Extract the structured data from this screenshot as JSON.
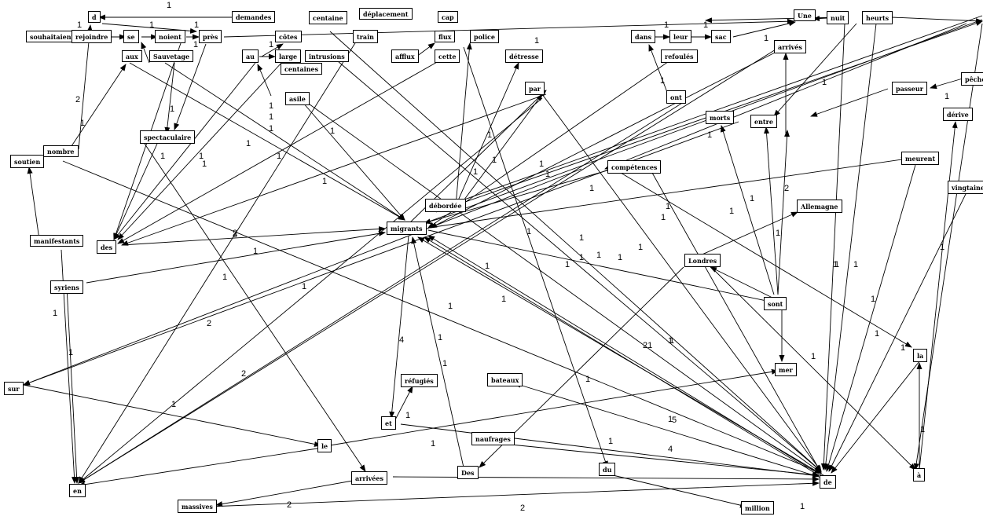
{
  "nodes": {
    "d": "d",
    "demandes": "demandes",
    "centaine": "centaine",
    "deplacement": "déplacement",
    "cap": "cap",
    "une": "Une",
    "nuit": "nuit",
    "heurts": "heurts",
    "souhaitaient": "souhaitaient",
    "rejoindre": "rejoindre",
    "se": "se",
    "noient": "noient",
    "pres": "près",
    "cotes": "côtes",
    "train": "train",
    "flux": "flux",
    "police": "police",
    "dans": "dans",
    "leur": "leur",
    "sac": "sac",
    "aux": "aux",
    "sauvetage": "Sauvetage",
    "au": "au",
    "large": "large",
    "intrusions": "intrusions",
    "afflux": "afflux",
    "cette": "cette",
    "detresse": "détresse",
    "refoules": "refoulés",
    "arrives": "arrivés",
    "centaines": "centaines",
    "asile": "asile",
    "par": "par",
    "ont": "ont",
    "passeur": "passeur",
    "peche": "pêche",
    "morts": "morts",
    "entre": "entre",
    "derive": "dérive",
    "spectaculaire": "spectaculaire",
    "nombre": "nombre",
    "soutien": "soutien",
    "competences": "compétences",
    "meurent": "meurent",
    "vingtaine": "vingtaine",
    "debordee": "débordée",
    "allemagne": "Allemagne",
    "migrants": "migrants",
    "des": "des",
    "manifestants": "manifestants",
    "londres": "Londres",
    "syriens": "syriens",
    "sont": "sont",
    "la": "la",
    "refugies": "réfugiés",
    "bateaux": "bateaux",
    "mer": "mer",
    "sur": "sur",
    "et": "et",
    "naufrages": "naufrages",
    "le": "le",
    "des2": "Des",
    "du": "du",
    "arrivees": "arrivées",
    "a": "à",
    "de": "de",
    "en": "en",
    "massives": "massives",
    "million": "million"
  },
  "edge_labels": [
    {
      "text": "1"
    },
    {
      "text": "1"
    },
    {
      "text": "1"
    },
    {
      "text": "1"
    },
    {
      "text": "1"
    },
    {
      "text": "1"
    },
    {
      "text": "1"
    },
    {
      "text": "2"
    },
    {
      "text": "1"
    },
    {
      "text": "1"
    },
    {
      "text": "1"
    },
    {
      "text": "1"
    },
    {
      "text": "1"
    },
    {
      "text": "1"
    },
    {
      "text": "1"
    },
    {
      "text": "1"
    },
    {
      "text": "1"
    },
    {
      "text": "1"
    },
    {
      "text": "1"
    },
    {
      "text": "1"
    },
    {
      "text": "1"
    },
    {
      "text": "1"
    },
    {
      "text": "1"
    },
    {
      "text": "1"
    },
    {
      "text": "1"
    },
    {
      "text": "1"
    },
    {
      "text": "1"
    },
    {
      "text": "1"
    },
    {
      "text": "1"
    },
    {
      "text": "1"
    },
    {
      "text": "1"
    },
    {
      "text": "1"
    },
    {
      "text": "1"
    },
    {
      "text": "2"
    },
    {
      "text": "1"
    },
    {
      "text": "1"
    },
    {
      "text": "1"
    },
    {
      "text": "1"
    },
    {
      "text": "1"
    },
    {
      "text": "3"
    },
    {
      "text": "1"
    },
    {
      "text": "1"
    },
    {
      "text": "1"
    },
    {
      "text": "1"
    },
    {
      "text": "1"
    },
    {
      "text": "1"
    },
    {
      "text": "1"
    },
    {
      "text": "1"
    },
    {
      "text": "1"
    },
    {
      "text": "2"
    },
    {
      "text": "21"
    },
    {
      "text": "1"
    },
    {
      "text": "1"
    },
    {
      "text": "4"
    },
    {
      "text": "1"
    },
    {
      "text": "1"
    },
    {
      "text": "2"
    },
    {
      "text": "1"
    },
    {
      "text": "1"
    },
    {
      "text": "1"
    },
    {
      "text": "1"
    },
    {
      "text": "1"
    },
    {
      "text": "5"
    },
    {
      "text": "1"
    },
    {
      "text": "1"
    },
    {
      "text": "4"
    },
    {
      "text": "1"
    },
    {
      "text": "1"
    },
    {
      "text": "1"
    },
    {
      "text": "2"
    },
    {
      "text": "2"
    },
    {
      "text": "1"
    },
    {
      "text": "1"
    },
    {
      "text": "1"
    },
    {
      "text": "1"
    },
    {
      "text": "1"
    }
  ]
}
